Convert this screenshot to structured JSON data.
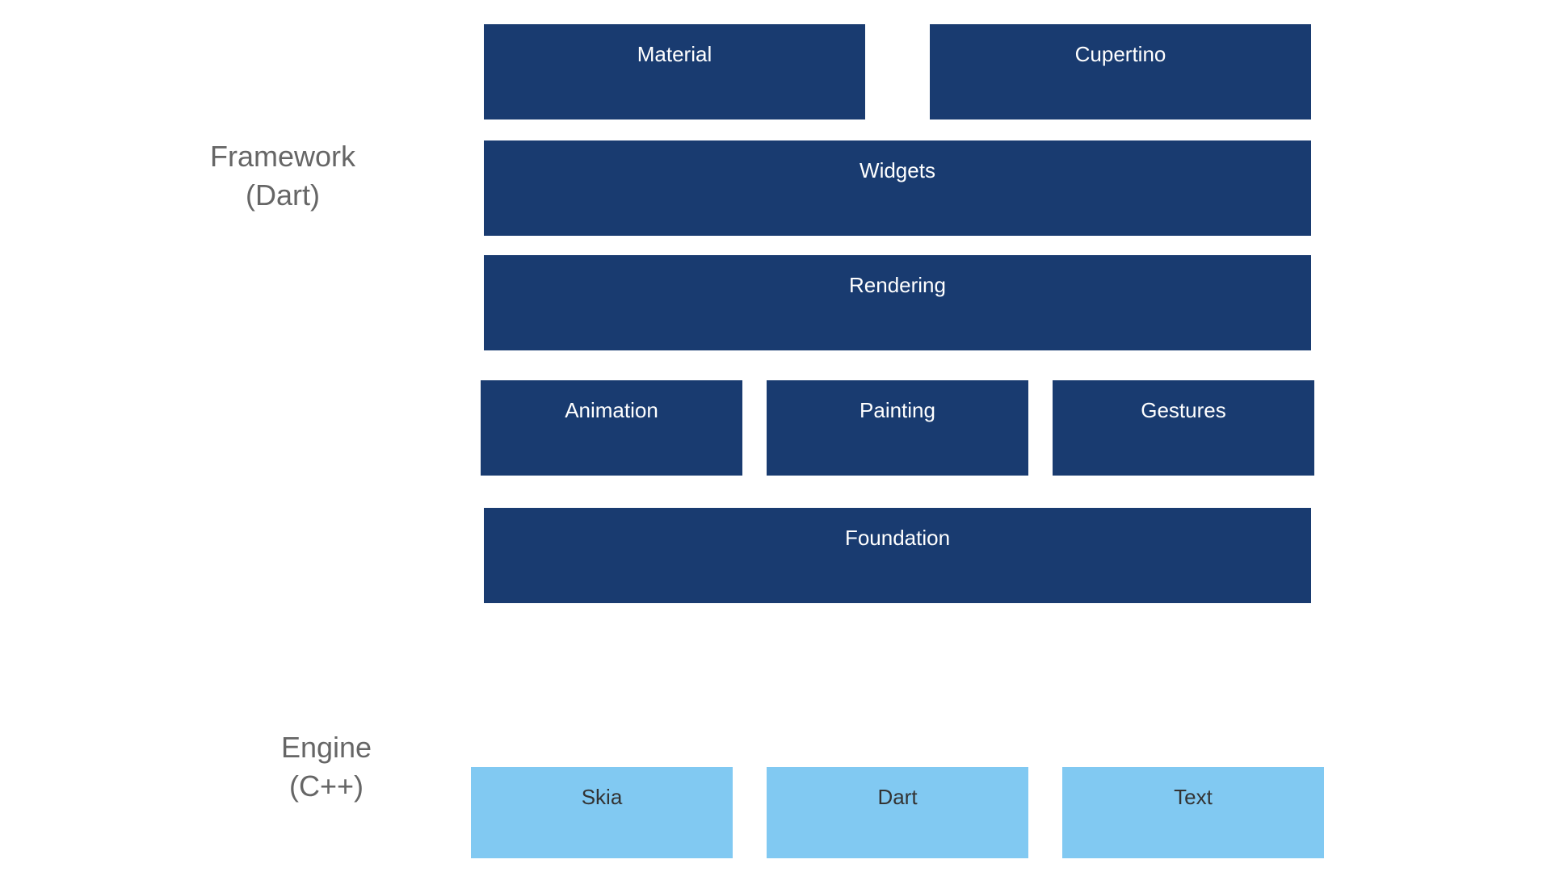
{
  "colors": {
    "framework_box": "#193b70",
    "engine_box": "#81c9f2",
    "framework_text": "#ffffff",
    "engine_text": "#333333",
    "layer_label_text": "#666666"
  },
  "framework": {
    "label_line1": "Framework",
    "label_line2": "(Dart)",
    "boxes": {
      "material": "Material",
      "cupertino": "Cupertino",
      "widgets": "Widgets",
      "rendering": "Rendering",
      "animation": "Animation",
      "painting": "Painting",
      "gestures": "Gestures",
      "foundation": "Foundation"
    }
  },
  "engine": {
    "label_line1": "Engine",
    "label_line2": "(C++)",
    "boxes": {
      "skia": "Skia",
      "dart": "Dart",
      "text": "Text"
    }
  }
}
